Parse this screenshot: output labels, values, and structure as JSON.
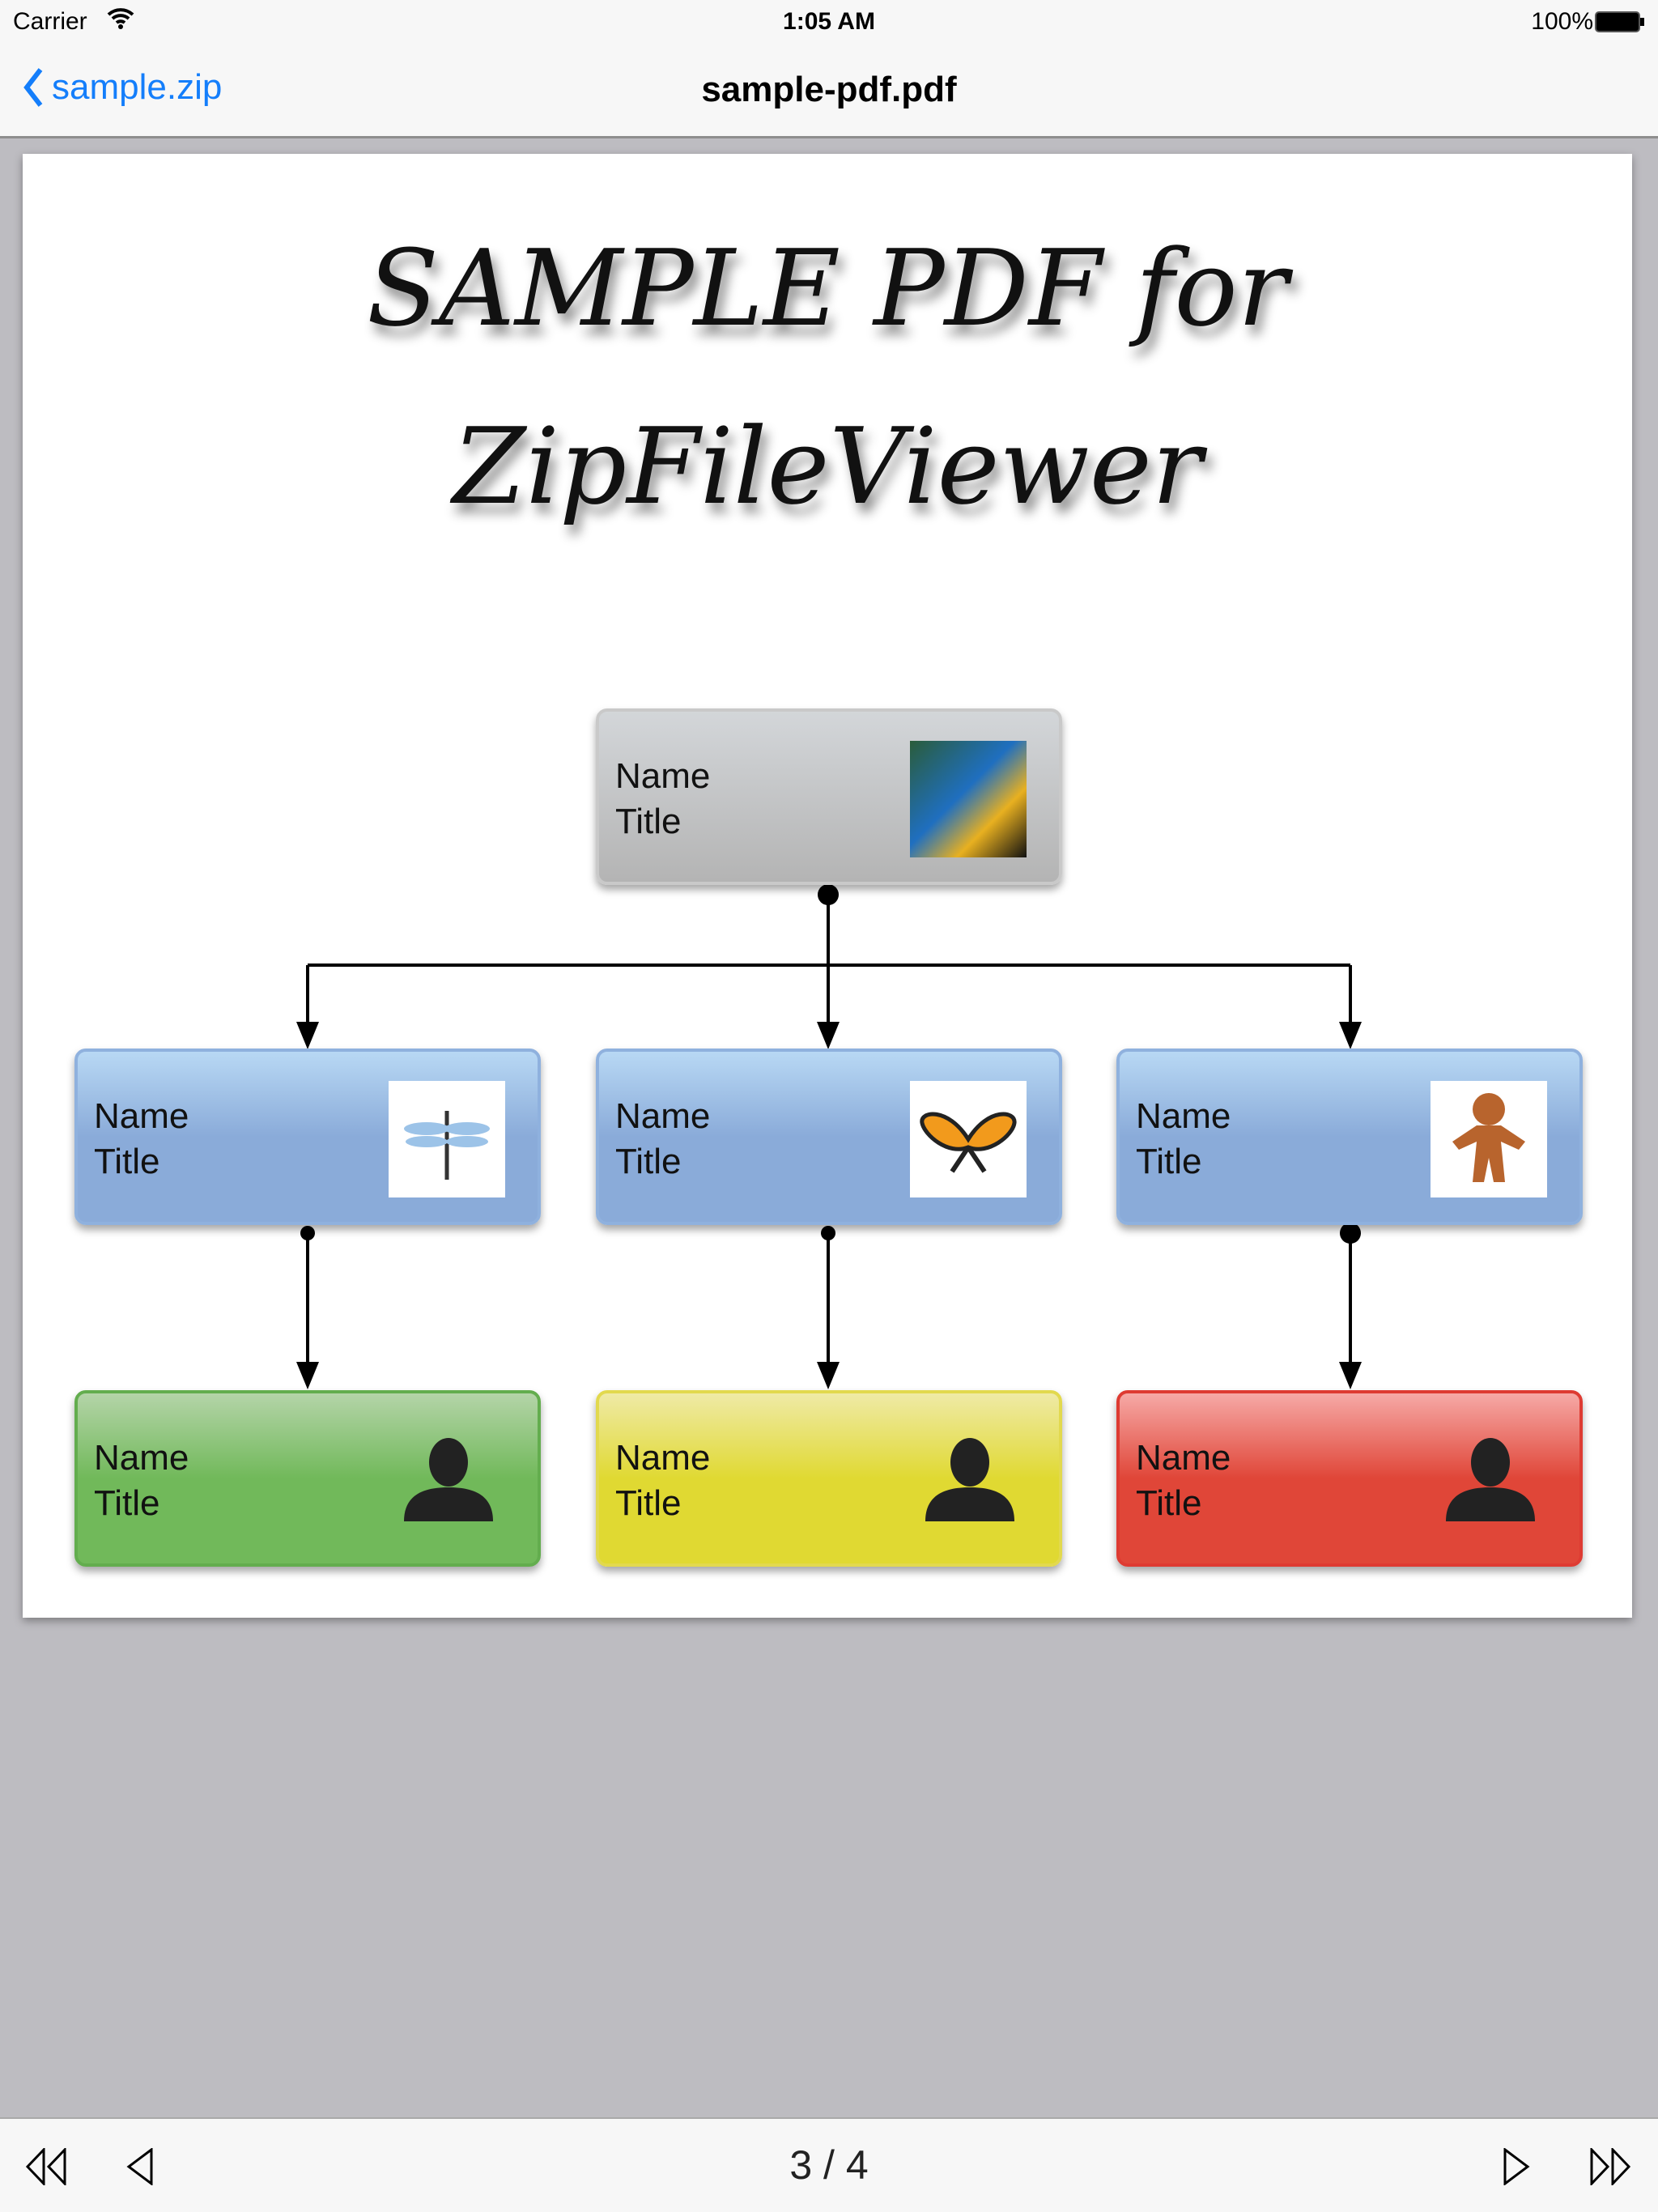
{
  "status": {
    "carrier": "Carrier",
    "time": "1:05 AM",
    "battery": "100%"
  },
  "nav": {
    "back_label": "sample.zip",
    "title": "sample-pdf.pdf"
  },
  "document": {
    "title_line1": "SAMPLE PDF for",
    "title_line2": "ZipFileViewer",
    "nodes": [
      {
        "name": "Name",
        "title": "Title",
        "image": "parrot"
      },
      {
        "name": "Name",
        "title": "Title",
        "image": "dragonfly"
      },
      {
        "name": "Name",
        "title": "Title",
        "image": "butterfly"
      },
      {
        "name": "Name",
        "title": "Title",
        "image": "gingerbread-man"
      },
      {
        "name": "Name",
        "title": "Title",
        "image": "person"
      },
      {
        "name": "Name",
        "title": "Title",
        "image": "person"
      },
      {
        "name": "Name",
        "title": "Title",
        "image": "person"
      }
    ]
  },
  "toolbar": {
    "page_indicator": "3 / 4"
  },
  "colors": {
    "accent": "#147efb",
    "background": "#bdbcc1"
  }
}
